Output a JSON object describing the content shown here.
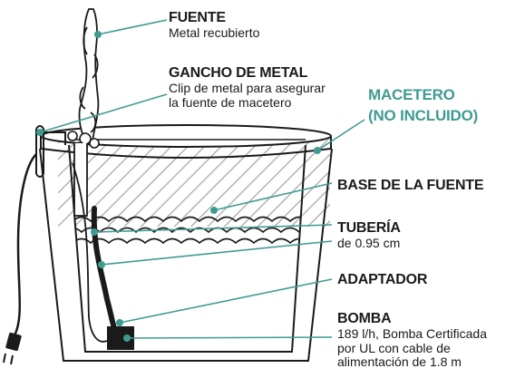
{
  "colors": {
    "accent": "#3f9b91",
    "line": "#1a1a1a",
    "hatch": "#b4b4b4"
  },
  "labels": {
    "fuente": {
      "title": "FUENTE",
      "desc": "Metal recubierto"
    },
    "gancho": {
      "title": "GANCHO DE METAL",
      "desc1": "Clip de metal para asegurar",
      "desc2": "la fuente de macetero"
    },
    "macetero": {
      "title1": "MACETERO",
      "title2": "(NO INCLUIDO)"
    },
    "base": {
      "title": "BASE DE LA FUENTE"
    },
    "tuberia": {
      "title": "TUBERÍA",
      "desc": "de 0.95 cm"
    },
    "adaptador": {
      "title": "ADAPTADOR"
    },
    "bomba": {
      "title": "BOMBA",
      "desc1": "189 l/h,  Bomba Certificada",
      "desc2": "por UL con cable de",
      "desc3": "alimentación de 1.8 m"
    }
  }
}
